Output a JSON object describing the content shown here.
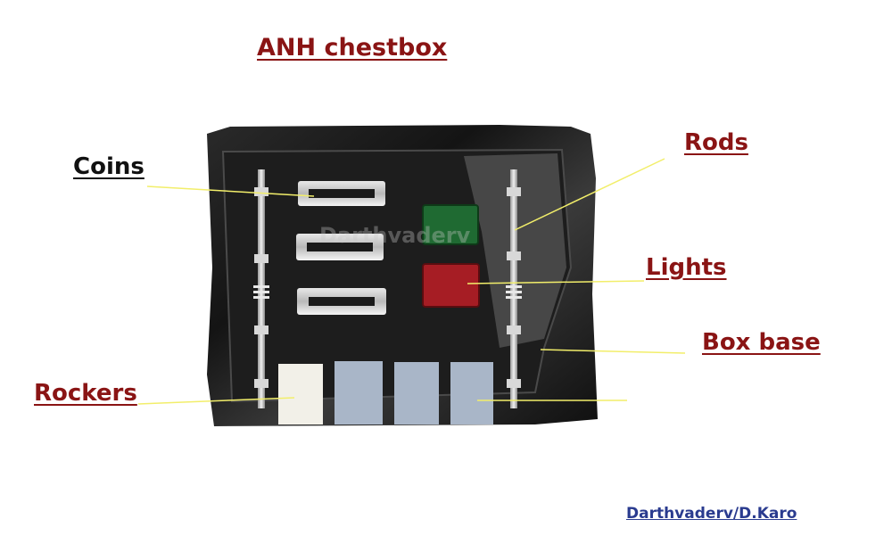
{
  "title": "ANH chestbox",
  "labels": {
    "coins": "Coins",
    "rods": "Rods",
    "lights": "Lights",
    "box_base": "Box base",
    "rockers": "Rockers"
  },
  "credit": "Darthvaderv/D.Karo",
  "watermark": "Darthvaderv",
  "colors": {
    "title": "#8a1414",
    "label_dark": "#111111",
    "label_red": "#8a1414",
    "credit": "#2a3b8f",
    "leader_line": "#f2ee6a",
    "box": "#141414",
    "light_green": "#1f6a32",
    "light_red": "#a61d24",
    "rocker_white": "#f2f0e8",
    "rocker_blue": "#a9b6c8"
  }
}
